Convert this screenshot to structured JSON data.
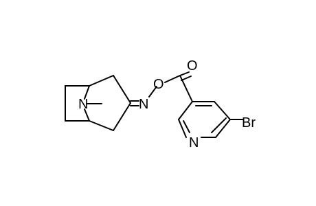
{
  "molecule": {
    "atoms": {
      "amine_n": "N",
      "oxime_n": "N",
      "oxime_o": "O",
      "carbonyl_o": "O",
      "pyridine_n": "N",
      "bromine": "Br"
    }
  },
  "colors": {
    "bond": "#000000",
    "background": "#ffffff"
  }
}
